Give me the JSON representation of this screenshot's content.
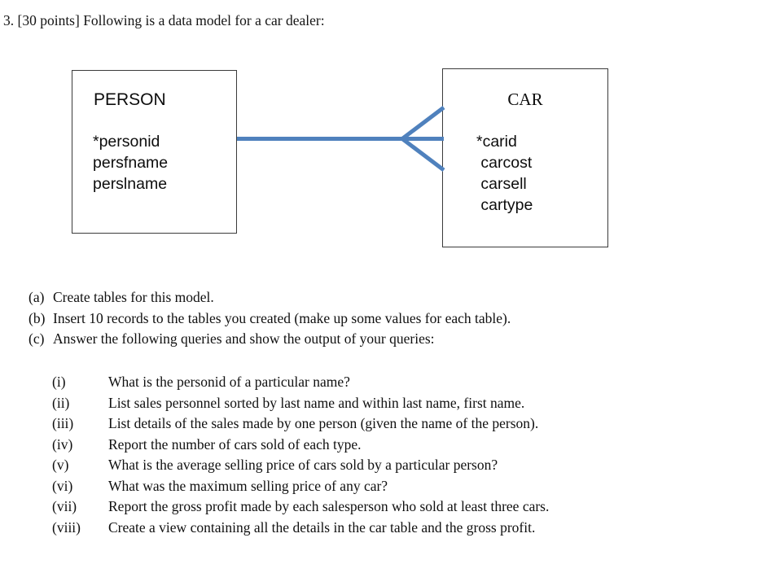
{
  "document": {
    "heading": "3. [30 points] Following is a data model for a car dealer:"
  },
  "diagram": {
    "type": "entity-relationship",
    "relationship_notation": "crow-foot",
    "line_color": "#4F81BD",
    "border_color": "#3B3B3B",
    "entities": [
      {
        "name": "PERSON",
        "title": "PERSON",
        "attributes": [
          "*personid",
          "persfname",
          "perslname"
        ],
        "attributes_text": "*personid\npersfname\nperslname"
      },
      {
        "name": "CAR",
        "title": "CAR",
        "attributes": [
          "*carid",
          "carcost",
          "carsell",
          "cartype"
        ],
        "attributes_text": "*carid\n carcost\n carsell\n cartype"
      }
    ]
  },
  "tasks": {
    "lettered": [
      {
        "marker": "(a)",
        "text": "Create tables for this model."
      },
      {
        "marker": "(b)",
        "text": "Insert 10 records to the tables you created (make up some values for each table)."
      },
      {
        "marker": "(c)",
        "text": "Answer the following queries and show the output of your queries:"
      }
    ],
    "roman": [
      {
        "marker": "(i)",
        "text": "What is the personid of a particular name?"
      },
      {
        "marker": "(ii)",
        "text": "List sales personnel sorted by last name and within last name, first name."
      },
      {
        "marker": "(iii)",
        "text": "List details of the sales made by one person (given the name of the person)."
      },
      {
        "marker": "(iv)",
        "text": "Report the number of cars sold of each type."
      },
      {
        "marker": "(v)",
        "text": "What is the average selling price of cars sold by a particular person?"
      },
      {
        "marker": "(vi)",
        "text": "What was the maximum selling price of any car?"
      },
      {
        "marker": "(vii)",
        "text": "Report the gross profit made by each salesperson who sold at least three cars."
      },
      {
        "marker": "(viii)",
        "text": "Create a view containing all the details in the car table and the gross profit."
      }
    ]
  }
}
